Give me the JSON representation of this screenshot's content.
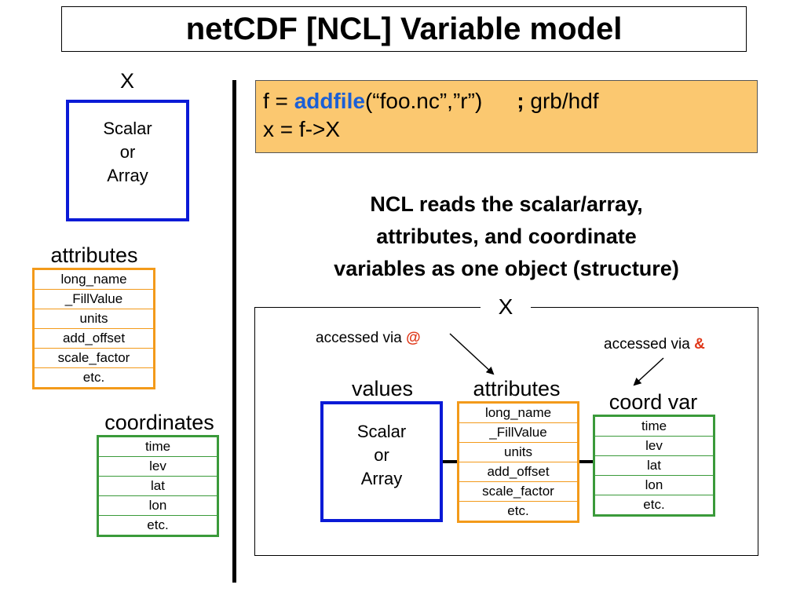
{
  "title": "netCDF [NCL] Variable model",
  "left": {
    "var_name": "X",
    "box_lines": [
      "Scalar",
      "or",
      "Array"
    ],
    "attributes_label": "attributes",
    "attributes": [
      "long_name",
      "_FillValue",
      "units",
      "add_offset",
      "scale_factor",
      "etc."
    ],
    "coordinates_label": "coordinates",
    "coordinates": [
      "time",
      "lev",
      "lat",
      "lon",
      "etc."
    ]
  },
  "code": {
    "line1_prefix": "f = ",
    "line1_func": "addfile",
    "line1_args": "(“foo.nc”,”r”)",
    "line1_semicolon": ";",
    "line1_comment": " grb/hdf",
    "line2": "x = f->X"
  },
  "note_lines": [
    "NCL reads the scalar/array,",
    "attributes, and coordinate",
    "variables as one object (structure)"
  ],
  "object": {
    "name": "X",
    "accessed_via_at_text": "accessed via ",
    "accessed_via_at_symbol": "@",
    "accessed_via_amp_text": "accessed via ",
    "accessed_via_amp_symbol": "&",
    "values_label": "values",
    "values_box_lines": [
      "Scalar",
      "or",
      "Array"
    ],
    "attributes_label": "attributes",
    "attributes": [
      "long_name",
      "_FillValue",
      "units",
      "add_offset",
      "scale_factor",
      "etc."
    ],
    "coord_label": "coord var",
    "coords": [
      "time",
      "lev",
      "lat",
      "lon",
      "etc."
    ]
  },
  "colors": {
    "blue_box": "#0a1ad6",
    "orange_table": "#f39a1a",
    "green_table": "#3a9a3a",
    "code_bg": "#fbc870",
    "keyword": "#1a5fd6",
    "access_symbol": "#e0381a"
  }
}
